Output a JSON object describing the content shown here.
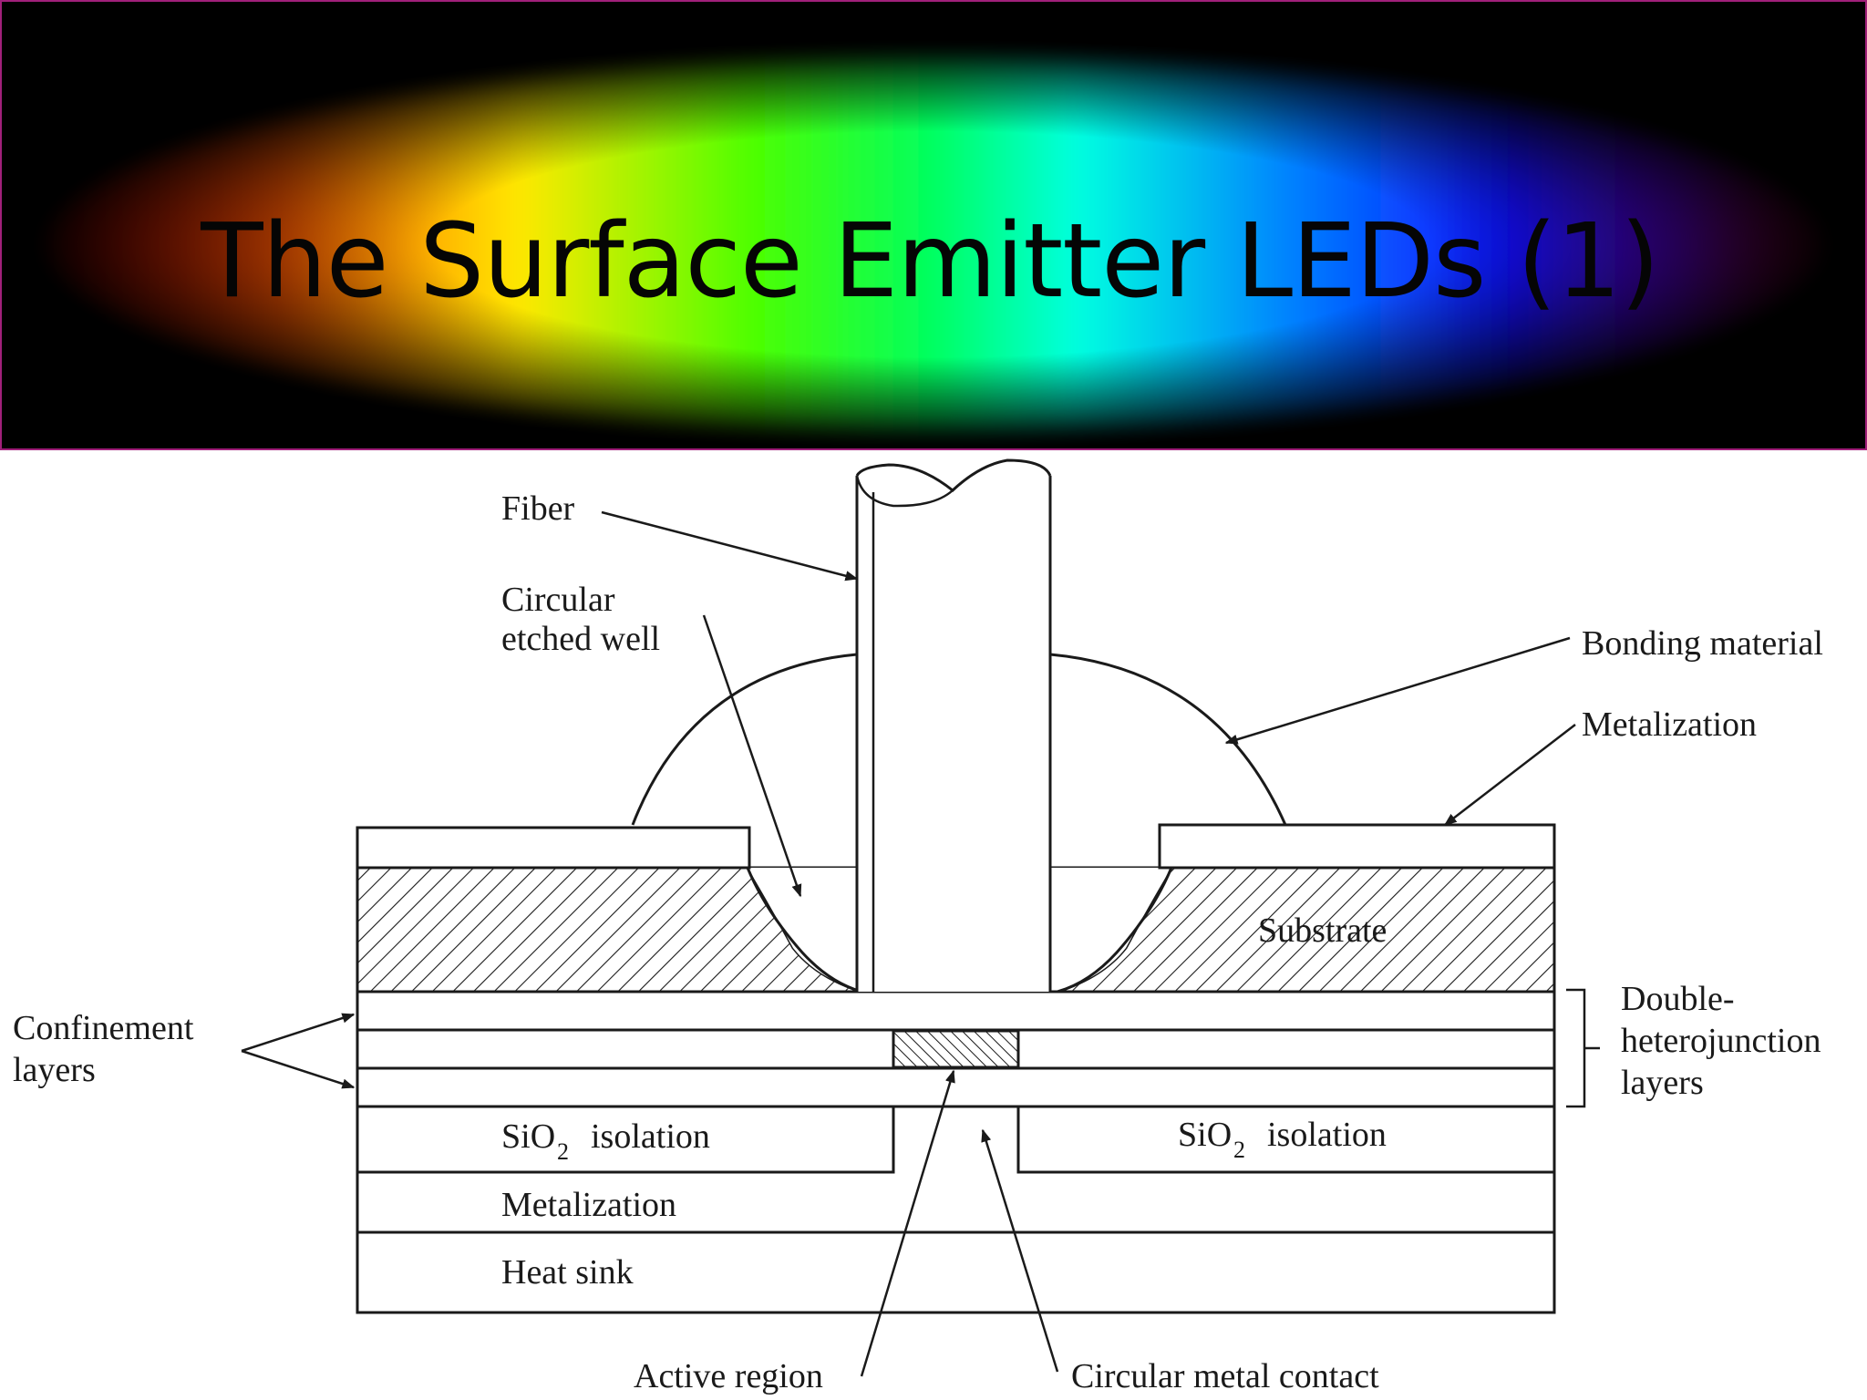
{
  "title": "The Surface Emitter LEDs (1)",
  "colors": {
    "title_background": "#000000",
    "spectrum": [
      "#ff0000",
      "#ffff00",
      "#00ff00",
      "#00ffff",
      "#0000ff",
      "#ff00ff"
    ],
    "border": "#a0207a"
  },
  "labels": {
    "fiber": "Fiber",
    "circular_etched_well_1": "Circular",
    "circular_etched_well_2": "etched well",
    "bonding_material": "Bonding material",
    "metalization_top": "Metalization",
    "substrate": "Substrate",
    "double_heterojunction_1": "Double-",
    "double_heterojunction_2": "heterojunction",
    "double_heterojunction_3": "layers",
    "confinement_1": "Confinement",
    "confinement_2": "layers",
    "sio2_left_1": "SiO",
    "sio2_left_sub": "2",
    "sio2_left_2": "isolation",
    "sio2_right_1": "SiO",
    "sio2_right_sub": "2",
    "sio2_right_2": "isolation",
    "metalization_bottom": "Metalization",
    "heat_sink": "Heat sink",
    "active_region": "Active region",
    "circular_metal_contact": "Circular metal contact"
  }
}
